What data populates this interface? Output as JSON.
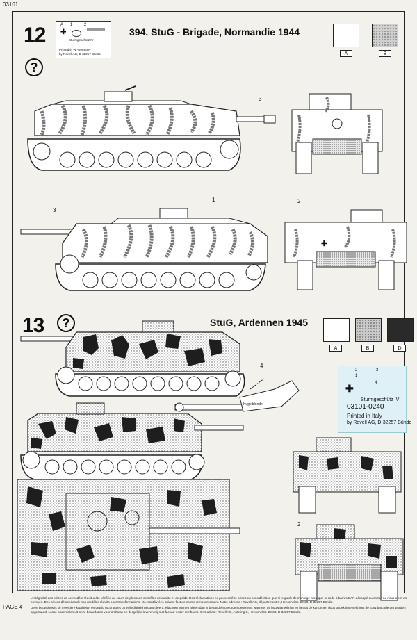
{
  "page_code": "03101",
  "page_label": "PAGE 4",
  "step12": {
    "number": "12",
    "title": "394. StuG - Brigade, Normandie 1944",
    "help_symbol": "?",
    "swatches": [
      {
        "label": "A",
        "color": "#ffffff"
      },
      {
        "label": "B",
        "color": "#cfcfcf"
      }
    ],
    "decal": {
      "lines": [
        "Printed in W.-Germany",
        "by Revell AG, D-32257 Bünde"
      ],
      "marks": [
        "A",
        "1",
        "2"
      ],
      "mid_text": "Sturmgeschütz IV"
    },
    "callouts": [
      "3",
      "1",
      "3",
      "2"
    ]
  },
  "step13": {
    "number": "13",
    "title": "StuG, Ardennen 1945",
    "help_symbol": "?",
    "swatches": [
      {
        "label": "A",
        "color": "#ffffff"
      },
      {
        "label": "B",
        "color": "#c9c9c9"
      },
      {
        "label": "D",
        "color": "#2a2a2a"
      }
    ],
    "decal": {
      "marks": [
        "2",
        "1",
        "3",
        "4"
      ],
      "title": "Sturmgeschütz IV",
      "code": "03101-0240",
      "line1": "Printed in Italy",
      "line2": "by Revell AG, D-32257 Bünde"
    },
    "callouts": [
      "4",
      "2"
    ]
  },
  "footer": {
    "paragraphs": [
      "L'intégralité des pièces de ce modèle réduit a été vérifiée au cours de plusieurs contrôles de qualité et de poids. Des réclamations ne peuvent être prises en considération que si le guide de montage ainsi que le code à barres EAN découpé du carton ne nous aient été envoyés. Des pièces détachées de nos modèles réduits pour transformations, etc. sont livrées suivant facture contre remboursement. Notre adresse : Revell AG, département X, Henschelstr. 20-30, D-32257 Bünde.",
      "Deze bouwdoos is bij meerdere kwaliteits- en gewichtscontroles op volledigheid gecontroleerd. Klachten kunnen alleen dan in behandeling worden genomen, wanneer de bouwaanwijzing en het uit de kartonnen doos uitgeknipte veld met de EAN barcode der worden opgestuurd. Losse onderdelen uit onze bouwdozen voor ombouw en dergelijke leveren wij met factuur onder rembours. Ons adres : Revell AG, Afdeling X, Henschelstr. 20-30, D-32257 Bünde."
    ]
  }
}
